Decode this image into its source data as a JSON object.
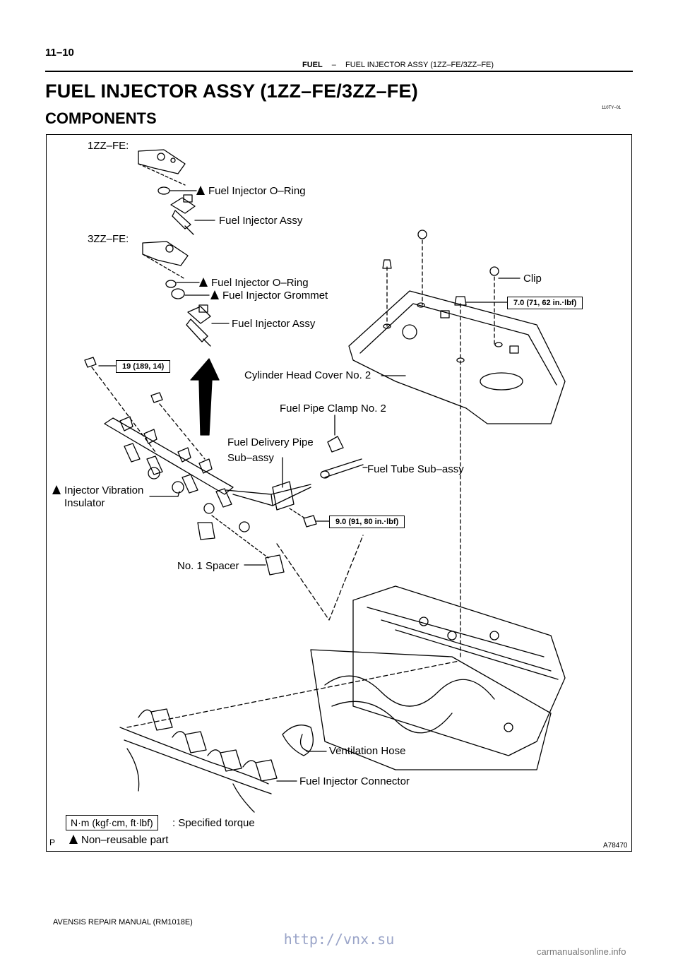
{
  "header": {
    "page_number": "11–10",
    "section": "FUEL",
    "separator": "–",
    "subsection": "FUEL INJECTOR ASSY (1ZZ–FE/3ZZ–FE)"
  },
  "title": "FUEL INJECTOR ASSY (1ZZ–FE/3ZZ–FE)",
  "subtitle": "COMPONENTS",
  "doc_code": "110TY–01",
  "figure": {
    "corner_letter": "P",
    "figure_id": "A78470",
    "engine_1zz": "1ZZ–FE:",
    "engine_3zz": "3ZZ–FE:",
    "labels": {
      "oring_1": "Fuel Injector O–Ring",
      "injector_1": "Fuel Injector Assy",
      "oring_2": "Fuel Injector O–Ring",
      "grommet": "Fuel Injector Grommet",
      "injector_2": "Fuel Injector Assy",
      "clip": "Clip",
      "head_cover": "Cylinder Head Cover No. 2",
      "pipe_clamp": "Fuel Pipe Clamp No. 2",
      "delivery_pipe_1": "Fuel Delivery Pipe",
      "delivery_pipe_2": "Sub–assy",
      "fuel_tube": "Fuel Tube Sub–assy",
      "vibration_1": "Injector Vibration",
      "vibration_2": "Insulator",
      "spacer": "No. 1 Spacer",
      "vent_hose": "Ventilation Hose",
      "connector": "Fuel Injector Connector"
    },
    "torques": {
      "cover": "7.0 (71, 62 in.·lbf)",
      "pipe_bolt": "19 (189, 14)",
      "clamp_bolt": "9.0 (91, 80 in.·lbf)"
    },
    "legend": {
      "torque_unit": "N·m (kgf·cm, ft·lbf)",
      "torque_desc": ": Specified torque",
      "nonreusable": "Non–reusable part"
    }
  },
  "footer": {
    "manual": "AVENSIS REPAIR MANUAL   (RM1018E)",
    "watermark": "http://vnx.su",
    "brand": "carmanualsonline.info"
  }
}
